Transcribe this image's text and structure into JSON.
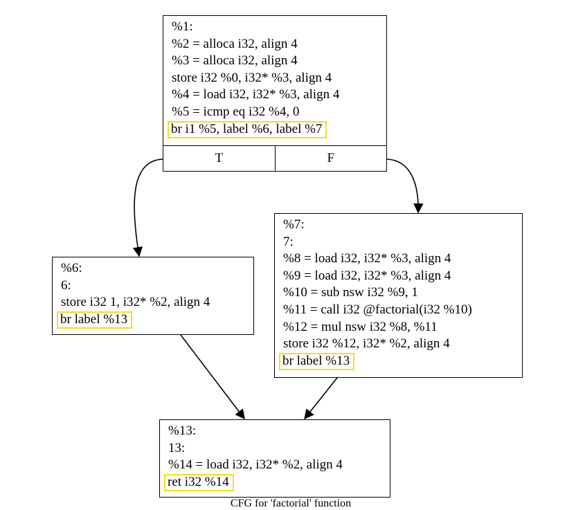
{
  "nodes": {
    "entry": {
      "lines": [
        "%1:",
        "%2 = alloca i32, align 4",
        "%3 = alloca i32, align 4",
        "store i32 %0, i32* %3, align 4",
        "%4 = load i32, i32* %3, align 4",
        "%5 = icmp eq i32 %4, 0"
      ],
      "terminator": "br i1 %5, label %6, label %7",
      "branches": {
        "true_label": "T",
        "false_label": "F"
      }
    },
    "block6": {
      "lines": [
        "%6:",
        "6:",
        "store i32 1, i32* %2, align 4"
      ],
      "terminator": "br label %13"
    },
    "block7": {
      "lines": [
        "%7:",
        "7:",
        "%8 = load i32, i32* %3, align 4",
        "%9 = load i32, i32* %3, align 4",
        "%10 = sub nsw i32 %9, 1",
        "%11 = call i32 @factorial(i32 %10)",
        "%12 = mul nsw i32 %8, %11",
        "store i32 %12, i32* %2, align 4"
      ],
      "terminator": "br label %13"
    },
    "block13": {
      "lines": [
        "%13:",
        "13:",
        "%14 = load i32, i32* %2, align 4"
      ],
      "terminator": "ret i32 %14"
    }
  },
  "caption": "CFG for 'factorial' function",
  "colors": {
    "terminator_highlight": "#f2de1d",
    "edge": "#000000"
  }
}
